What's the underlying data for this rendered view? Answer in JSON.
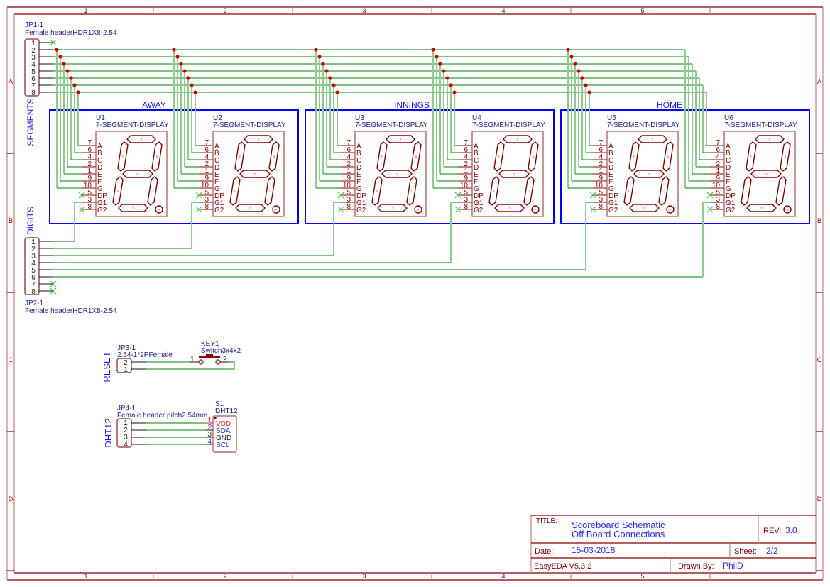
{
  "sheet": {
    "columns": [
      "1",
      "2",
      "3",
      "4",
      "5"
    ],
    "rows": [
      "A",
      "B",
      "C",
      "D"
    ]
  },
  "net_labels": {
    "segments": "SEGMENTS",
    "digits": "DIGITS",
    "reset": "RESET",
    "dht12": "DHT12"
  },
  "jp1": {
    "ref": "JP1-1",
    "value": "Female headerHDR1X8-2.54",
    "pins": [
      "1",
      "2",
      "3",
      "4",
      "5",
      "6",
      "7",
      "8"
    ]
  },
  "jp2": {
    "ref": "JP2-1",
    "value": "Female headerHDR1X8-2.54",
    "pins": [
      "1",
      "2",
      "3",
      "4",
      "5",
      "6",
      "7",
      "8"
    ]
  },
  "groups": [
    {
      "label": "AWAY"
    },
    {
      "label": "INNINGS"
    },
    {
      "label": "HOME"
    }
  ],
  "displays": [
    {
      "ref": "U1",
      "value": "7-SEGMENT-DISPLAY"
    },
    {
      "ref": "U2",
      "value": "7-SEGMENT-DISPLAY"
    },
    {
      "ref": "U3",
      "value": "7-SEGMENT-DISPLAY"
    },
    {
      "ref": "U4",
      "value": "7-SEGMENT-DISPLAY"
    },
    {
      "ref": "U5",
      "value": "7-SEGMENT-DISPLAY"
    },
    {
      "ref": "U6",
      "value": "7-SEGMENT-DISPLAY"
    }
  ],
  "display_pins": [
    {
      "num": "7",
      "name": "A"
    },
    {
      "num": "6",
      "name": "B"
    },
    {
      "num": "4",
      "name": "C"
    },
    {
      "num": "2",
      "name": "D"
    },
    {
      "num": "1",
      "name": "E"
    },
    {
      "num": "9",
      "name": "F"
    },
    {
      "num": "10",
      "name": "G"
    },
    {
      "num": "5",
      "name": "DP"
    },
    {
      "num": "3",
      "name": "G1"
    },
    {
      "num": "8",
      "name": "G2"
    }
  ],
  "segment_labels": {
    "a": "A",
    "b": "B",
    "c": "C",
    "d": "D",
    "e": "E",
    "f": "F",
    "g": "G",
    "dp": "DP"
  },
  "jp3": {
    "ref": "JP3-1",
    "value": "2.54-1*2PFemale",
    "pins": [
      "2",
      "1"
    ]
  },
  "key1": {
    "ref": "KEY1",
    "value": "Switch3x4x2",
    "pins": [
      "1",
      "2"
    ]
  },
  "jp4": {
    "ref": "JP4-1",
    "value": "Female header pitch2.54mm",
    "pins": [
      "1",
      "2",
      "3",
      "4"
    ]
  },
  "s1": {
    "ref": "S1",
    "value": "DHT12",
    "pins": [
      {
        "num": "1",
        "name": "VDD"
      },
      {
        "num": "2",
        "name": "SDA"
      },
      {
        "num": "3",
        "name": "GND"
      },
      {
        "num": "4",
        "name": "SCL"
      }
    ]
  },
  "title_block": {
    "title_label": "TITLE:",
    "title_line1": "Scoreboard Schematic",
    "title_line2": "Off Board Connections",
    "rev_label": "REV:",
    "rev": "3.0",
    "date_label": "Date:",
    "date": "15-03-2018",
    "sheet_label": "Sheet:",
    "sheet": "2/2",
    "tool": "EasyEDA V5.3.2",
    "drawn_by_label": "Drawn By:",
    "drawn_by": "PhilD"
  },
  "colors": {
    "frame": "#800000",
    "wire": "#008000",
    "wire_vertical": "#8ccf8c",
    "junction": "#d00000",
    "group_box": "#0000ff",
    "no_connect": "#3fcf3f",
    "title_value": "#2a2aff"
  }
}
